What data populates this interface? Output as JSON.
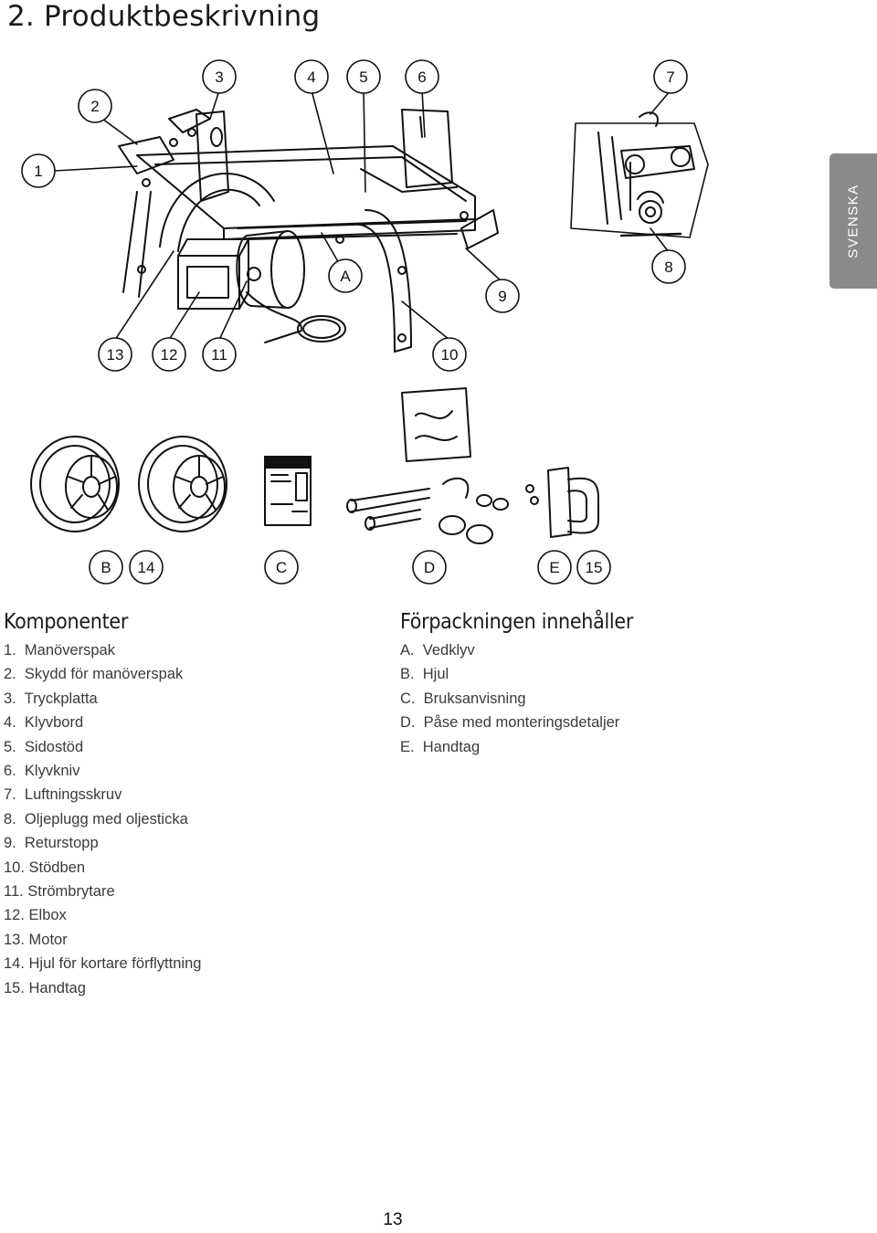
{
  "page": {
    "title": "2. Produktbeskrivning",
    "side_tab": "SVENSKA",
    "page_number": "13"
  },
  "figure": {
    "callouts": [
      "1",
      "2",
      "3",
      "4",
      "5",
      "6",
      "7",
      "8",
      "9",
      "A",
      "13",
      "12",
      "11",
      "10",
      "B",
      "14",
      "C",
      "D",
      "E",
      "15"
    ]
  },
  "components": {
    "heading": "Komponenter",
    "items": [
      "1.  Manöverspak",
      "2.  Skydd för manöverspak",
      "3.  Tryckplatta",
      "4.  Klyvbord",
      "5.  Sidostöd",
      "6.  Klyvkniv",
      "7.  Luftningsskruv",
      "8.  Oljeplugg med oljesticka",
      "9.  Returstopp",
      "10. Stödben",
      "11. Strömbrytare",
      "12. Elbox",
      "13. Motor",
      "14. Hjul för kortare förflyttning",
      "15. Handtag"
    ]
  },
  "package": {
    "heading": "Förpackningen innehåller",
    "items": [
      "A.  Vedklyv",
      "B.  Hjul",
      "C.  Bruksanvisning",
      "D.  Påse med monteringsdetaljer",
      "E.  Handtag"
    ]
  },
  "colors": {
    "side_tab": "#8a8a8c",
    "text": "#3a3a3a",
    "line": "#111111"
  }
}
